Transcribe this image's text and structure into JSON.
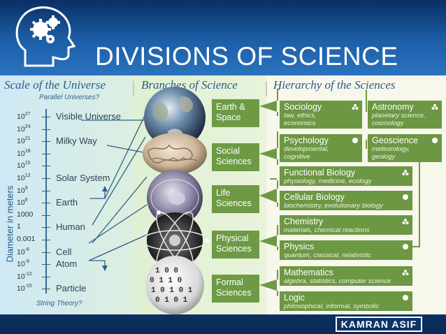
{
  "title": "DIVISIONS OF SCIENCE",
  "author": "KAMRAN ASIF",
  "sections": {
    "scale": "Scale of the Universe",
    "branches": "Branches of Science",
    "hierarchy": "Hierarchy of the Sciences"
  },
  "scale": {
    "axis_label": "Diameter in meters",
    "top_note": "Parallel Universes?",
    "bottom_note": "String Theory?",
    "rows": [
      {
        "base": "10",
        "exp": "27",
        "object": "Visible Universe"
      },
      {
        "base": "10",
        "exp": "24",
        "object": ""
      },
      {
        "base": "10",
        "exp": "21",
        "object": "Milky Way"
      },
      {
        "base": "10",
        "exp": "18",
        "object": ""
      },
      {
        "base": "10",
        "exp": "15",
        "object": ""
      },
      {
        "base": "10",
        "exp": "12",
        "object": "Solar System"
      },
      {
        "base": "10",
        "exp": "9",
        "object": ""
      },
      {
        "base": "10",
        "exp": "6",
        "object": "Earth"
      },
      {
        "base": "1000",
        "exp": "",
        "object": ""
      },
      {
        "base": "1",
        "exp": "",
        "object": "Human"
      },
      {
        "base": "0.001",
        "exp": "",
        "object": ""
      },
      {
        "base": "10",
        "exp": "-6",
        "object": "Cell"
      },
      {
        "base": "10",
        "exp": "-9",
        "object": "Atom"
      },
      {
        "base": "10",
        "exp": "-12",
        "object": ""
      },
      {
        "base": "10",
        "exp": "-15",
        "object": "Particle"
      }
    ]
  },
  "branches": [
    {
      "line1": "Earth &",
      "line2": "Space",
      "image": "earth-globe"
    },
    {
      "line1": "Social",
      "line2": "Sciences",
      "image": "brain"
    },
    {
      "line1": "Life",
      "line2": "Sciences",
      "image": "cell"
    },
    {
      "line1": "Physical",
      "line2": "Sciences",
      "image": "atom"
    },
    {
      "line1": "Formal",
      "line2": "Sciences",
      "image": "binary-sphere"
    }
  ],
  "hierarchy": {
    "sociology": {
      "title": "Sociology",
      "sub1": "law, ethics,",
      "sub2": "economics",
      "icon": "cluster-icon"
    },
    "astronomy": {
      "title": "Astronomy",
      "sub1": "planetary science,",
      "sub2": "cosmology",
      "icon": "cluster-icon"
    },
    "psychology": {
      "title": "Psychology",
      "sub1": "developmental,",
      "sub2": "cognitive",
      "icon": "dot-icon"
    },
    "geoscience": {
      "title": "Geoscience",
      "sub1": "meteorology,",
      "sub2": "geology",
      "icon": "dot-icon"
    },
    "functional_biology": {
      "title": "Functional Biology",
      "sub1": "physiology, medicine, ecology",
      "icon": "cluster-icon"
    },
    "cellular_biology": {
      "title": "Cellular Biology",
      "sub1": "biochemistry, evolutionary biology",
      "icon": "dot-icon"
    },
    "chemistry": {
      "title": "Chemistry",
      "sub1": "materials, chemical reactions",
      "icon": "cluster-icon"
    },
    "physics": {
      "title": "Physics",
      "sub1": "quantum, classical, relativistic",
      "icon": "dot-icon"
    },
    "mathematics": {
      "title": "Mathematics",
      "sub1": "algebra, statistics, computer science",
      "icon": "cluster-icon"
    },
    "logic": {
      "title": "Logic",
      "sub1": "philosophical, informal, symbolic",
      "icon": "dot-icon"
    }
  }
}
